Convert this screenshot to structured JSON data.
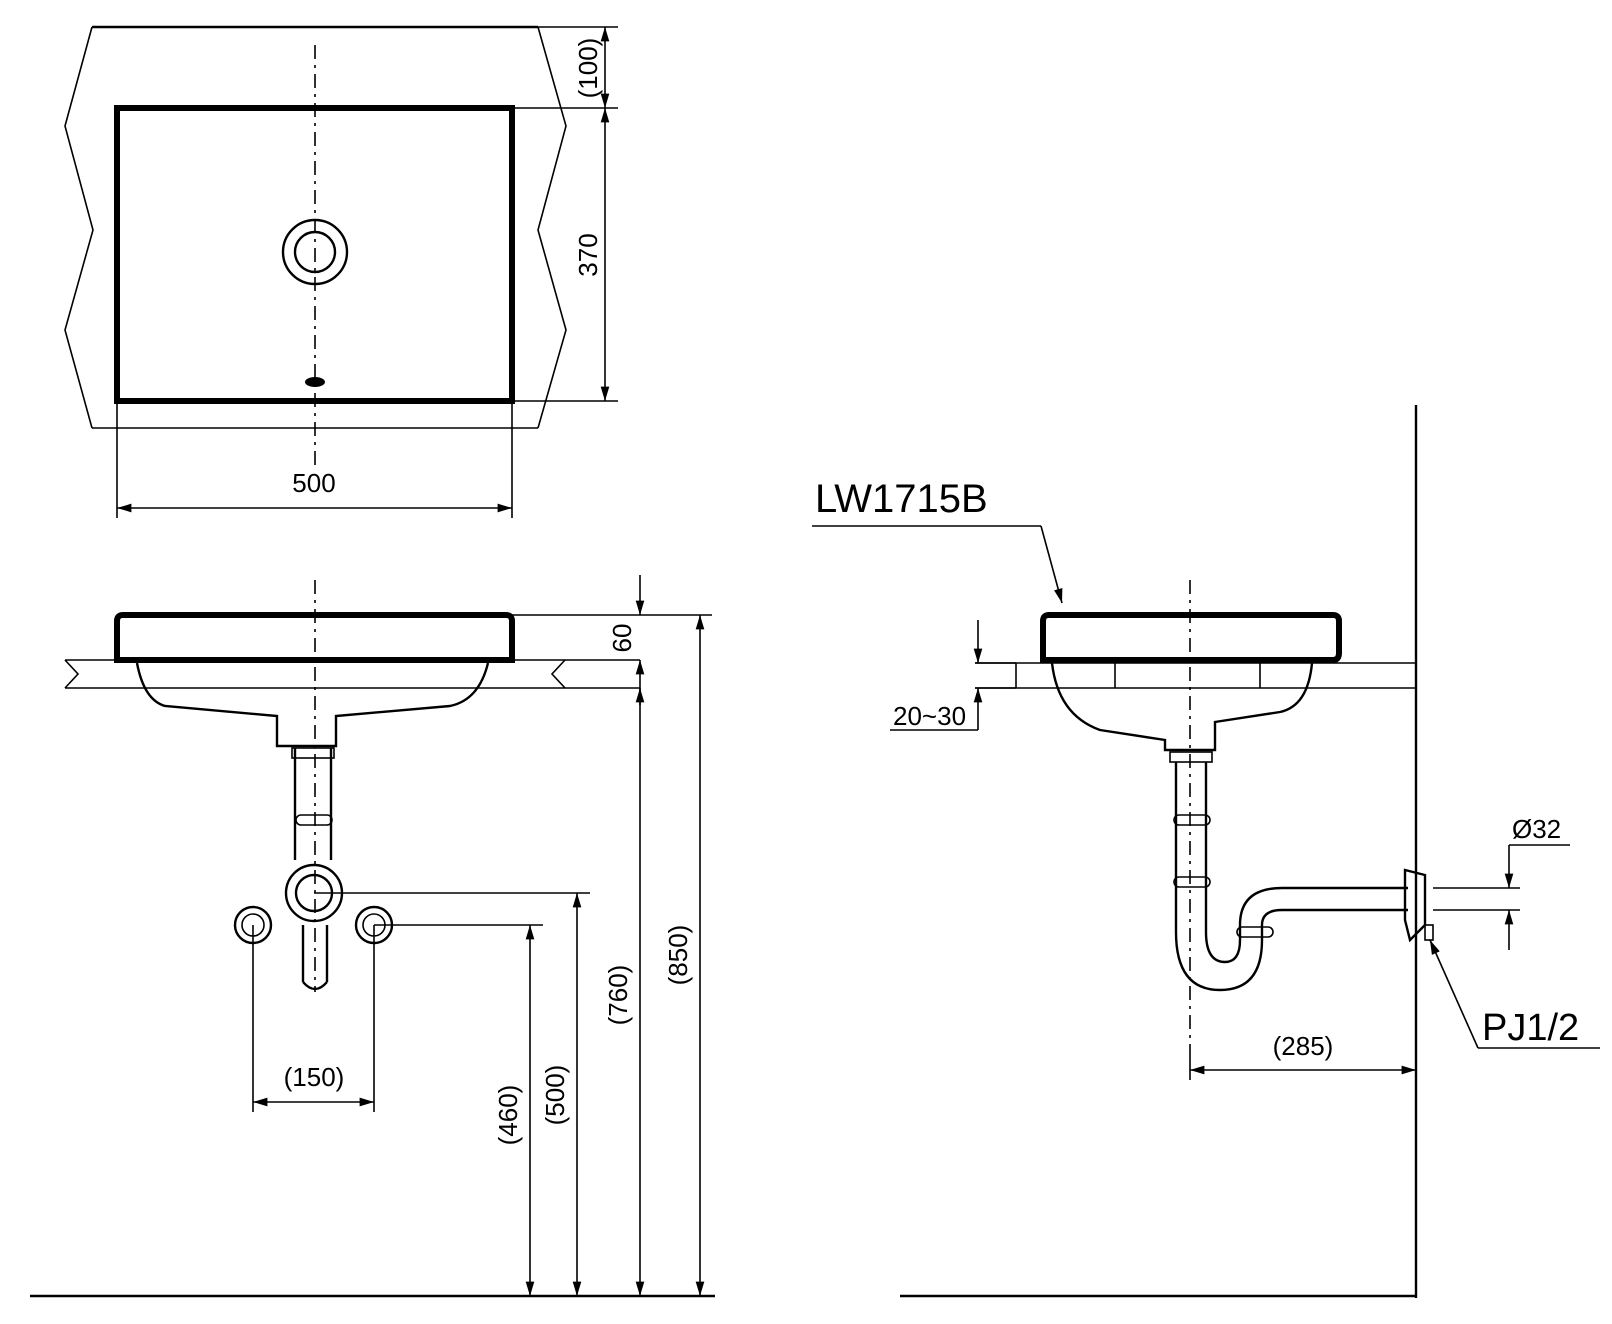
{
  "model_label": "LW1715B",
  "dimensions": {
    "top_view_depth": "370",
    "top_view_offset": "(100)",
    "top_view_width": "500",
    "front_rim_height": "60",
    "front_total_height": "(850)",
    "front_counter_height": "(760)",
    "front_trap_height": "(500)",
    "front_supply_height": "(460)",
    "front_supply_spacing": "(150)",
    "side_counter_thickness": "20~30",
    "side_wall_distance": "(285)",
    "side_pipe_diameter": "Ø32",
    "side_thread_size": "PJ1/2"
  }
}
